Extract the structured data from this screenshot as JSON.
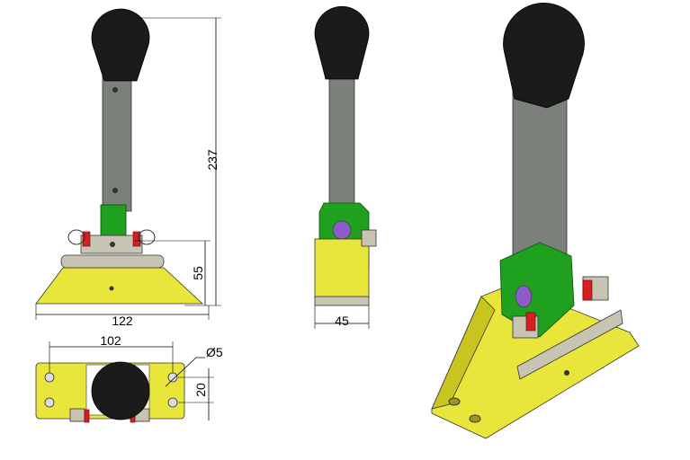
{
  "drawing": {
    "dimensions": {
      "total_height": "237",
      "base_height": "55",
      "base_length": "122",
      "side_width": "45",
      "hole_spacing": "102",
      "hole_diameter": "Ø5",
      "hole_pitch": "20"
    },
    "colors": {
      "base": "#e8e63a",
      "shaft": "#7c807a",
      "pivot_block": "#1fa01f",
      "knob": "#1b1b1b",
      "clip": "#d42020"
    }
  }
}
